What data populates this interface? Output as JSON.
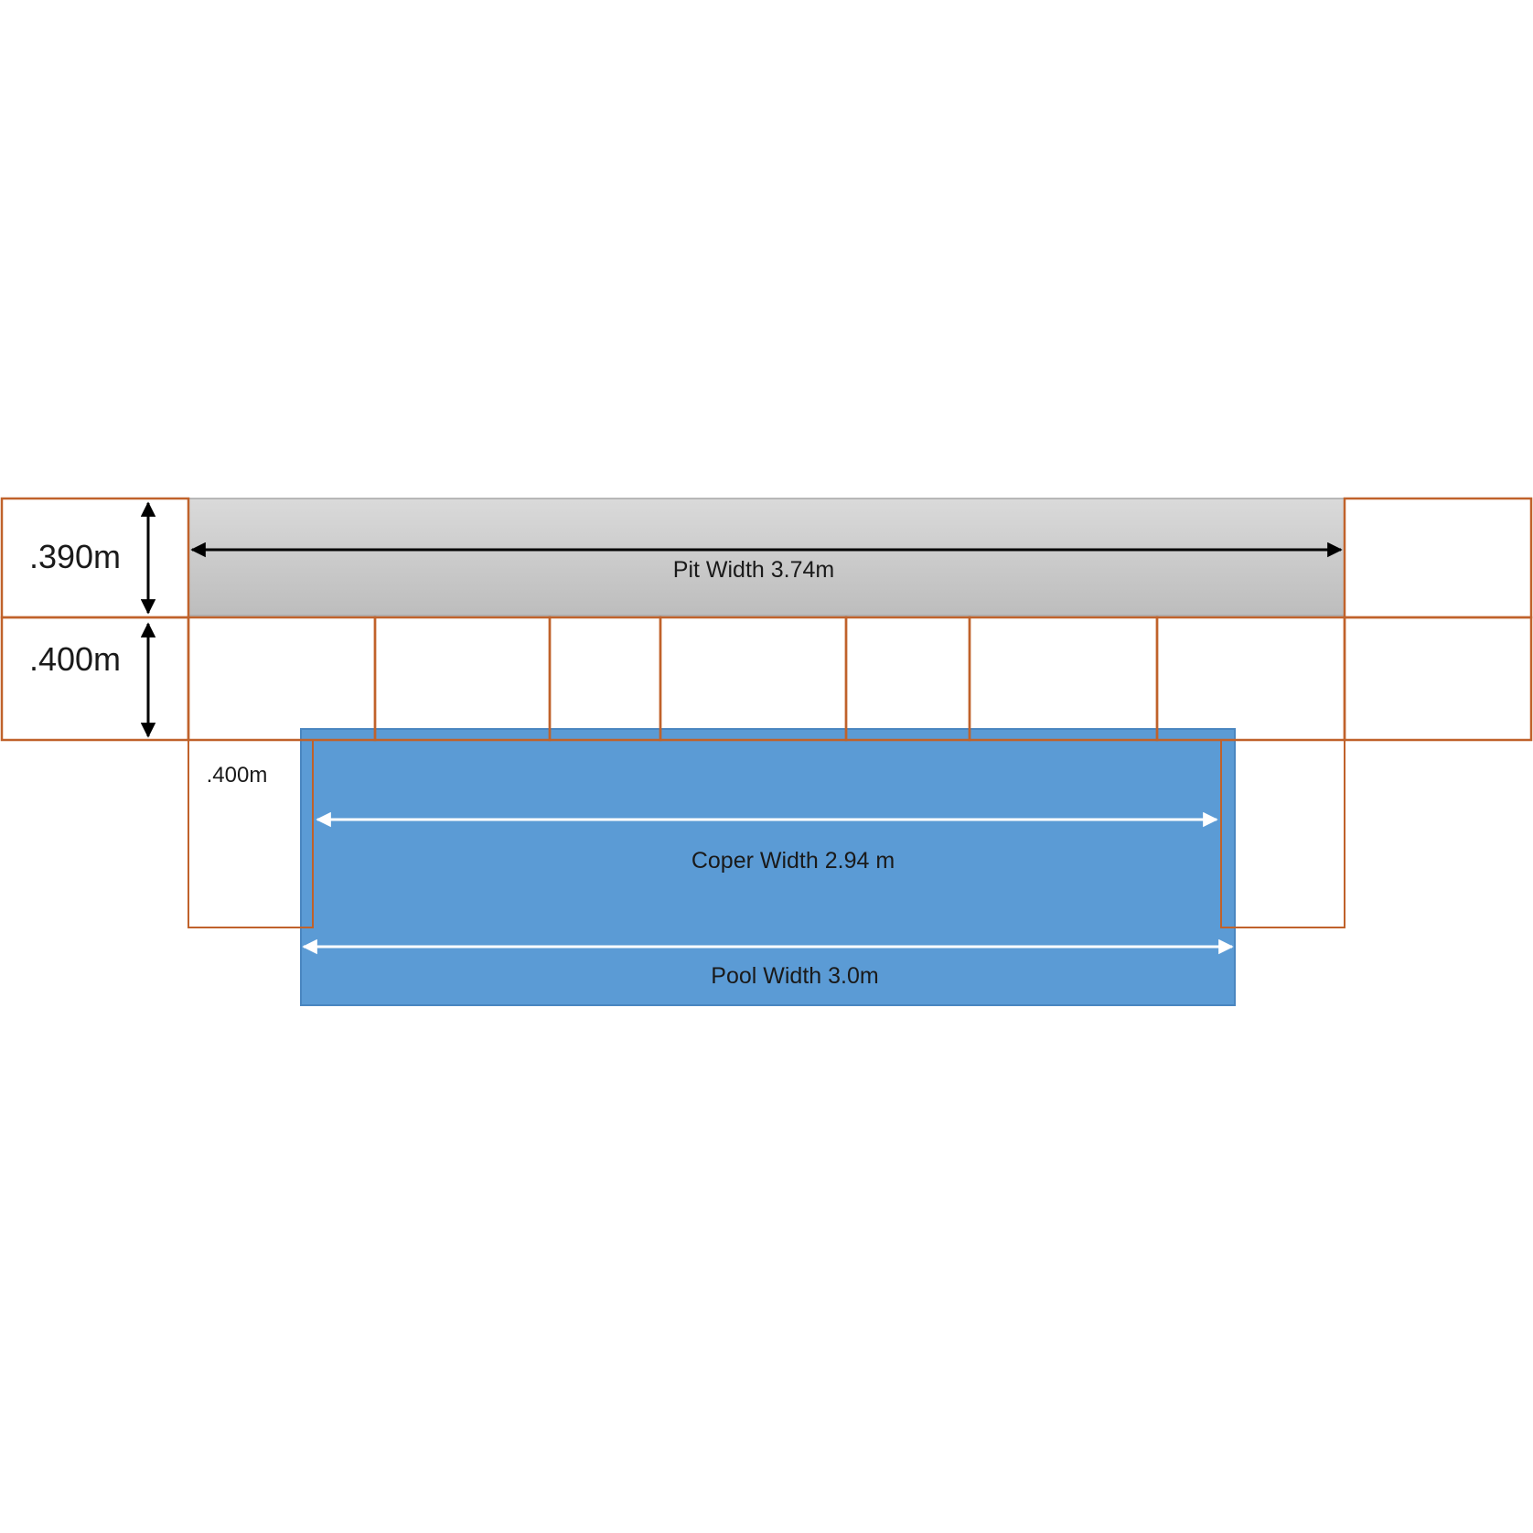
{
  "labels": {
    "upper_course_height": ".390m",
    "lower_course_height": ".400m",
    "side_block_width": ".400m",
    "pit_width": "Pit  Width 3.74m",
    "coper_width": "Coper  Width 2.94 m",
    "pool_width": "Pool  Width 3.0m"
  },
  "colors": {
    "brick_outline": "#c0622b",
    "pit_fill_top": "#d9d9d9",
    "pit_fill_bottom": "#bfbfbf",
    "pool_fill": "#5b9bd5",
    "pool_outline": "#4a86c0",
    "dimension_arrow_dark": "#000000",
    "dimension_arrow_light": "#ffffff"
  }
}
